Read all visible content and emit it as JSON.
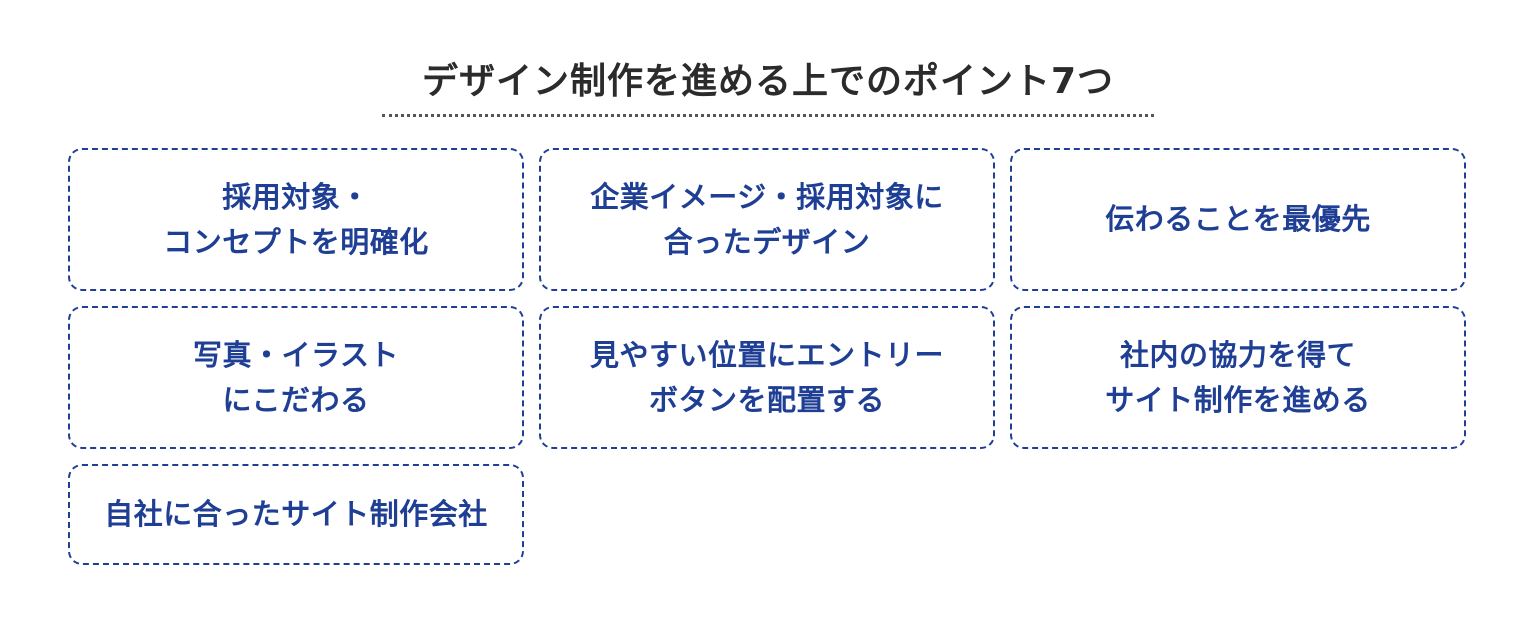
{
  "title": "デザイン制作を進める上でのポイント7つ",
  "points": [
    "採用対象・\nコンセプトを明確化",
    "企業イメージ・採用対象に\n合ったデザイン",
    "伝わることを最優先",
    "写真・イラスト\nにこだわる",
    "見やすい位置にエントリー\nボタンを配置する",
    "社内の協力を得て\nサイト制作を進める",
    "自社に合ったサイト制作会社"
  ],
  "colors": {
    "accent": "#1f3f95",
    "title": "#2b2b2b",
    "background": "#ffffff"
  }
}
